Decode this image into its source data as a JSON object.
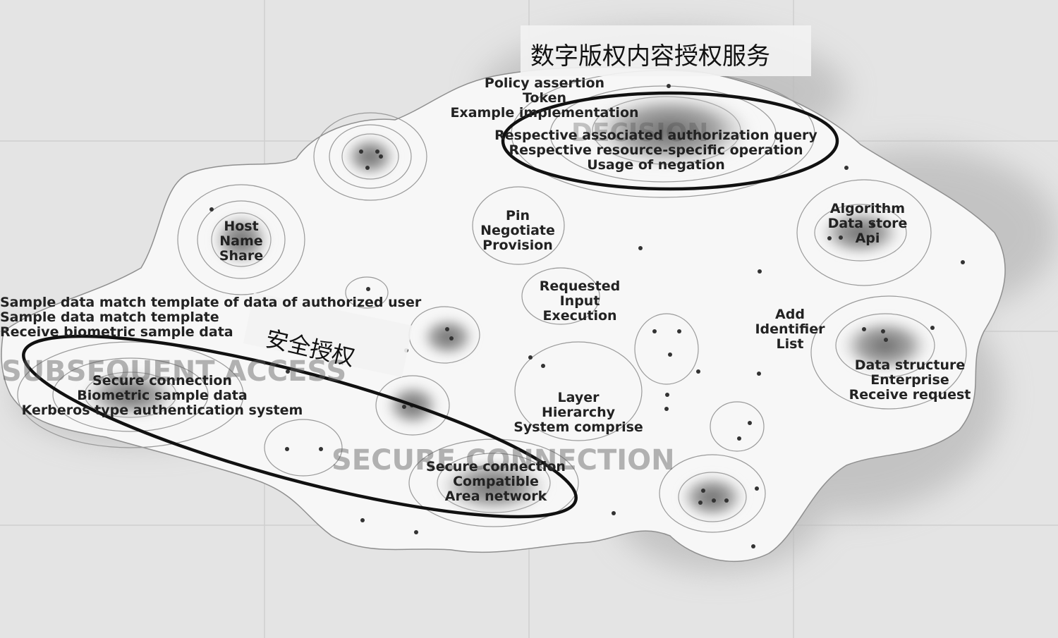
{
  "annotations": {
    "top_chinese": "数字版权内容授权服务",
    "left_chinese": "安全授权"
  },
  "region_captions": {
    "decision": "DECISION",
    "subsequent_access": "SUBSEQUENT ACCESS",
    "secure_connection": "SECURE CONNECTION"
  },
  "clusters": {
    "policy": [
      "Policy assertion",
      "Token",
      "Example implementation"
    ],
    "authorization": [
      "Respective associated authorization query",
      "Respective resource-specific operation",
      "Usage of negation"
    ],
    "host": [
      "Host",
      "Name",
      "Share"
    ],
    "pin": [
      "Pin",
      "Negotiate",
      "Provision"
    ],
    "algorithm": [
      "Algorithm",
      "Data store",
      "Api"
    ],
    "requested": [
      "Requested",
      "Input",
      "Execution"
    ],
    "add": [
      "Add",
      "Identifier",
      "List"
    ],
    "sample": [
      "Sample data match template of data of authorized user",
      "Sample data match template",
      "Receive biometric sample data"
    ],
    "biometric": [
      "Secure connection",
      "Biometric sample data",
      "Kerberos type authentication system"
    ],
    "data_structure": [
      "Data structure",
      "Enterprise",
      "Receive request"
    ],
    "layer": [
      "Layer",
      "Hierarchy",
      "System comprise"
    ],
    "secure": [
      "Secure connection",
      "Compatible",
      "Area network"
    ]
  }
}
